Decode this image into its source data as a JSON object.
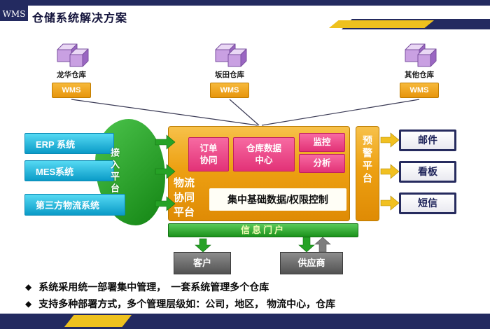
{
  "header": {
    "logo": "WMS",
    "title": "仓储系统解决方案"
  },
  "warehouses": [
    {
      "label": "龙华仓库",
      "badge": "WMS"
    },
    {
      "label": "坂田仓库",
      "badge": "WMS"
    },
    {
      "label": "其他仓库",
      "badge": "WMS"
    }
  ],
  "left_systems": [
    {
      "label": "ERP 系统"
    },
    {
      "label": "MES系统"
    },
    {
      "label": "第三方物流系统"
    }
  ],
  "access_platform": {
    "label": "接入平台"
  },
  "platform": {
    "name_lines": [
      "物流",
      "协同",
      "平台"
    ],
    "modules": {
      "order": {
        "line1": "订单",
        "line2": "协同"
      },
      "datacenter": {
        "line1": "仓库数据",
        "line2": "中心"
      },
      "monitor": "监控",
      "analysis": "分析"
    },
    "base": "集中基础数据/权限控制"
  },
  "warning_platform": {
    "label": "预警平台"
  },
  "channels": [
    {
      "label": "邮件"
    },
    {
      "label": "看板"
    },
    {
      "label": "短信"
    }
  ],
  "portal": {
    "label": "信息门户"
  },
  "partners": [
    {
      "label": "客户"
    },
    {
      "label": "供应商"
    }
  ],
  "bullets": [
    {
      "marker": "◆",
      "text": "系统采用统一部署集中管理，　一套系统管理多个仓库"
    },
    {
      "marker": "◆",
      "text": "支持多种部署方式，多个管理层级如：公司，地区， 物流中心，仓库"
    }
  ],
  "colors": {
    "navy": "#232a60",
    "yellow": "#eec11e",
    "orange": "#eda012",
    "pink": "#ee4d8d",
    "cyan": "#1fb6dd",
    "green": "#2aa52a",
    "gray": "#666666"
  }
}
